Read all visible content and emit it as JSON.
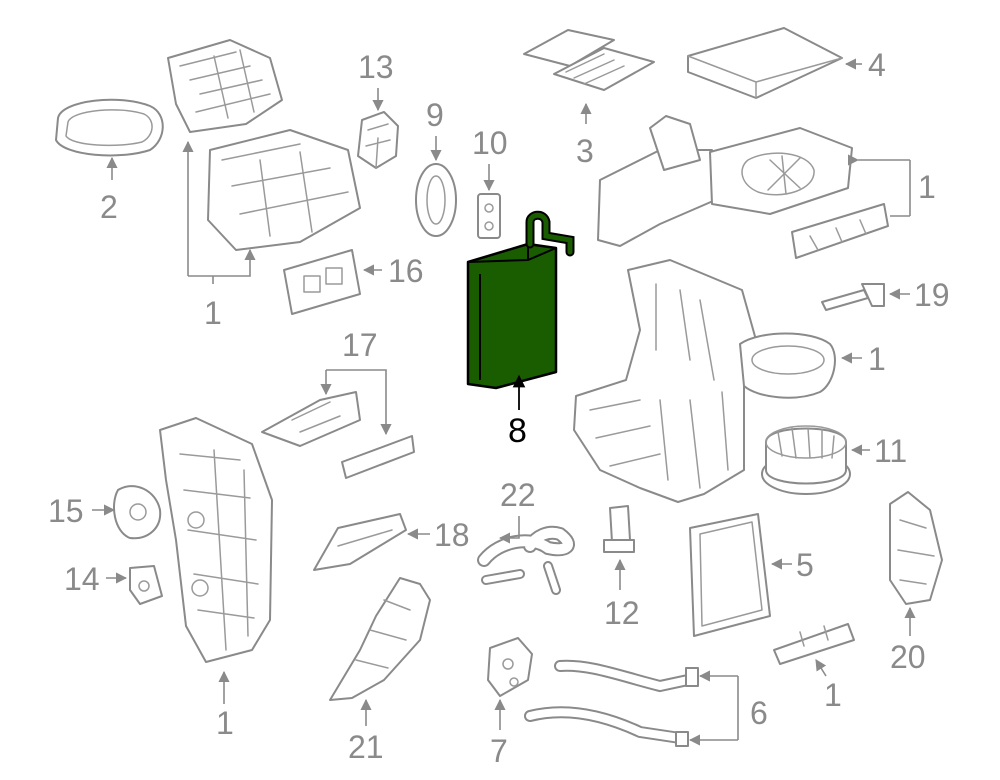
{
  "diagram": {
    "colors": {
      "line": "#8a8a8a",
      "highlight_fill": "#1a5c00",
      "highlight_stroke": "#000000",
      "background": "#ffffff"
    },
    "callouts": {
      "c1_housing_left": "1",
      "c2": "2",
      "c3": "3",
      "c4": "4",
      "c1_blower_top": "1",
      "c13": "13",
      "c9": "9",
      "c10": "10",
      "c16": "16",
      "c19": "19",
      "c1_blower_scroll": "1",
      "c17": "17",
      "c8": "8",
      "c11": "11",
      "c15": "15",
      "c14": "14",
      "c22": "22",
      "c18": "18",
      "c5": "5",
      "c12": "12",
      "c20": "20",
      "c1_bracket": "1",
      "c6": "6",
      "c1_housing_bottom": "1",
      "c21": "21",
      "c7": "7"
    }
  }
}
